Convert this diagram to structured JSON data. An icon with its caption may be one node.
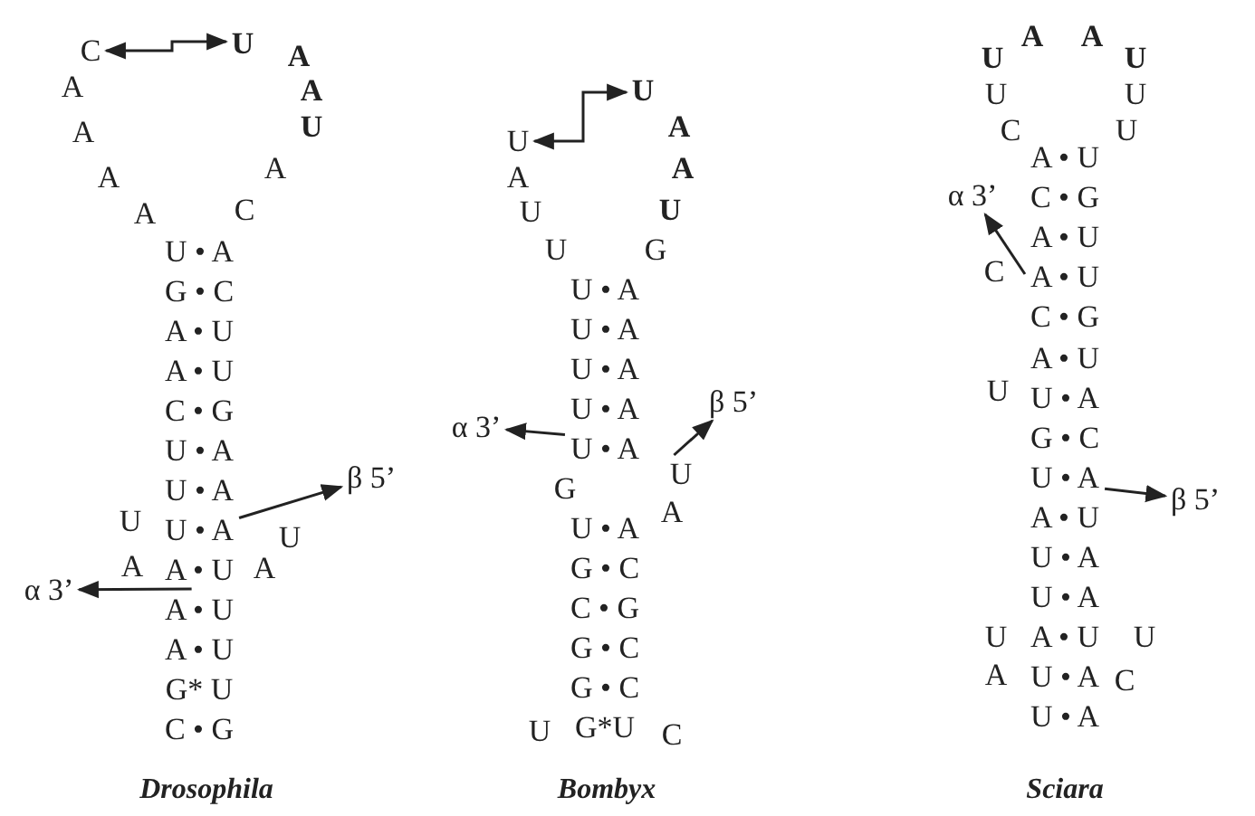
{
  "diagram": {
    "nodes": [
      {
        "text": [
          "C"
        ]
      },
      {
        "text": [
          "U"
        ]
      },
      {
        "text": [
          "α 3’"
        ]
      },
      {
        "text": [
          "β 5’"
        ]
      },
      {
        "text": [
          "U"
        ]
      },
      {
        "text": [
          "U"
        ]
      },
      {
        "text": [
          "α 3’"
        ]
      },
      {
        "text": [
          "β 5’"
        ]
      },
      {
        "text": [
          "α 3’"
        ]
      },
      {
        "text": [
          "β 5’"
        ]
      },
      {
        "text": [
          "A • U"
        ]
      },
      {
        "text": [
          "U • A"
        ]
      },
      {
        "text": [
          "U • A"
        ]
      },
      {
        "text": [
          "U"
        ]
      },
      {
        "text": [
          "A • U"
        ]
      },
      {
        "text": [
          "U • A"
        ]
      }
    ],
    "edges": [
      {
        "from": 0,
        "to": 1,
        "arrow": "both"
      },
      {
        "from": 10,
        "to": 2,
        "arrow": "to"
      },
      {
        "from": 11,
        "to": 3,
        "arrow": "to"
      },
      {
        "from": 4,
        "to": 5,
        "arrow": "both"
      },
      {
        "from": 12,
        "to": 6,
        "arrow": "to"
      },
      {
        "from": 13,
        "to": 7,
        "arrow": "to"
      },
      {
        "from": 14,
        "to": 8,
        "arrow": "to"
      },
      {
        "from": 15,
        "to": 9,
        "arrow": "to"
      }
    ],
    "labels": [
      "A",
      "A",
      "A",
      "A",
      "U",
      "A",
      "A",
      "A",
      "C",
      "U • A",
      "G • C",
      "A • U",
      "A • U",
      "C • G",
      "U • A",
      "U • A",
      "U",
      "U",
      "A",
      "A",
      "A • U",
      "A • U",
      "G* U",
      "C • G",
      "Drosophila",
      "A",
      "A",
      "A",
      "U",
      "U",
      "U",
      "G",
      "U • A",
      "U • A",
      "U • A",
      "U • A",
      "G",
      "A",
      "U • A",
      "G • C",
      "C • G",
      "G • C",
      "G • C",
      "U",
      "G*U",
      "C",
      "Bombyx",
      "A",
      "A",
      "U",
      "U",
      "U",
      "U",
      "C",
      "U",
      "A • U",
      "C • G",
      "A • U",
      "C",
      "C • G",
      "A • U",
      "U",
      "U • A",
      "G • C",
      "A • U",
      "U • A",
      "U • A",
      "U",
      "A • U",
      "U",
      "A",
      "U • A",
      "C",
      "U • A",
      "Sciara"
    ]
  }
}
